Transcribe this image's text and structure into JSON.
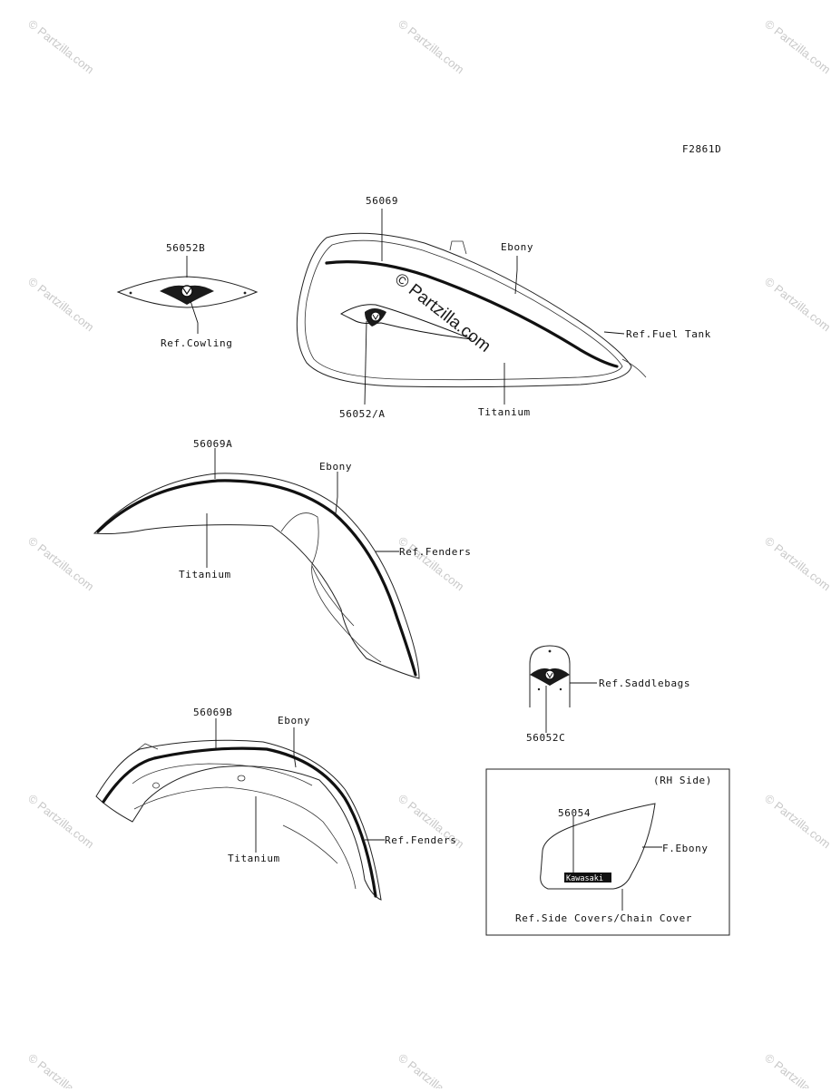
{
  "diagram_code": "F2861D",
  "watermark": {
    "text": "© Partzilla.com",
    "center_text": "© Partzilla.com"
  },
  "parts": {
    "cowling": {
      "part_no": "56052B",
      "ref": "Ref.Cowling"
    },
    "fuel_tank": {
      "part_no_stripe": "56069",
      "part_no_emblem": "56052/A",
      "upper_color": "Ebony",
      "lower_color": "Titanium",
      "ref": "Ref.Fuel Tank"
    },
    "front_fender": {
      "part_no": "56069A",
      "upper_color": "Ebony",
      "lower_color": "Titanium",
      "ref": "Ref.Fenders"
    },
    "saddlebag": {
      "part_no": "56052C",
      "ref": "Ref.Saddlebags"
    },
    "rear_fender": {
      "part_no": "56069B",
      "upper_color": "Ebony",
      "lower_color": "Titanium",
      "ref": "Ref.Fenders"
    },
    "side_cover": {
      "side": "(RH Side)",
      "part_no": "56054",
      "color": "F.Ebony",
      "logo": "Kawasaki",
      "ref": "Ref.Side Covers/Chain Cover"
    }
  },
  "colors": {
    "line": "#111111",
    "watermark": "#c9c9c9",
    "background": "#ffffff"
  }
}
